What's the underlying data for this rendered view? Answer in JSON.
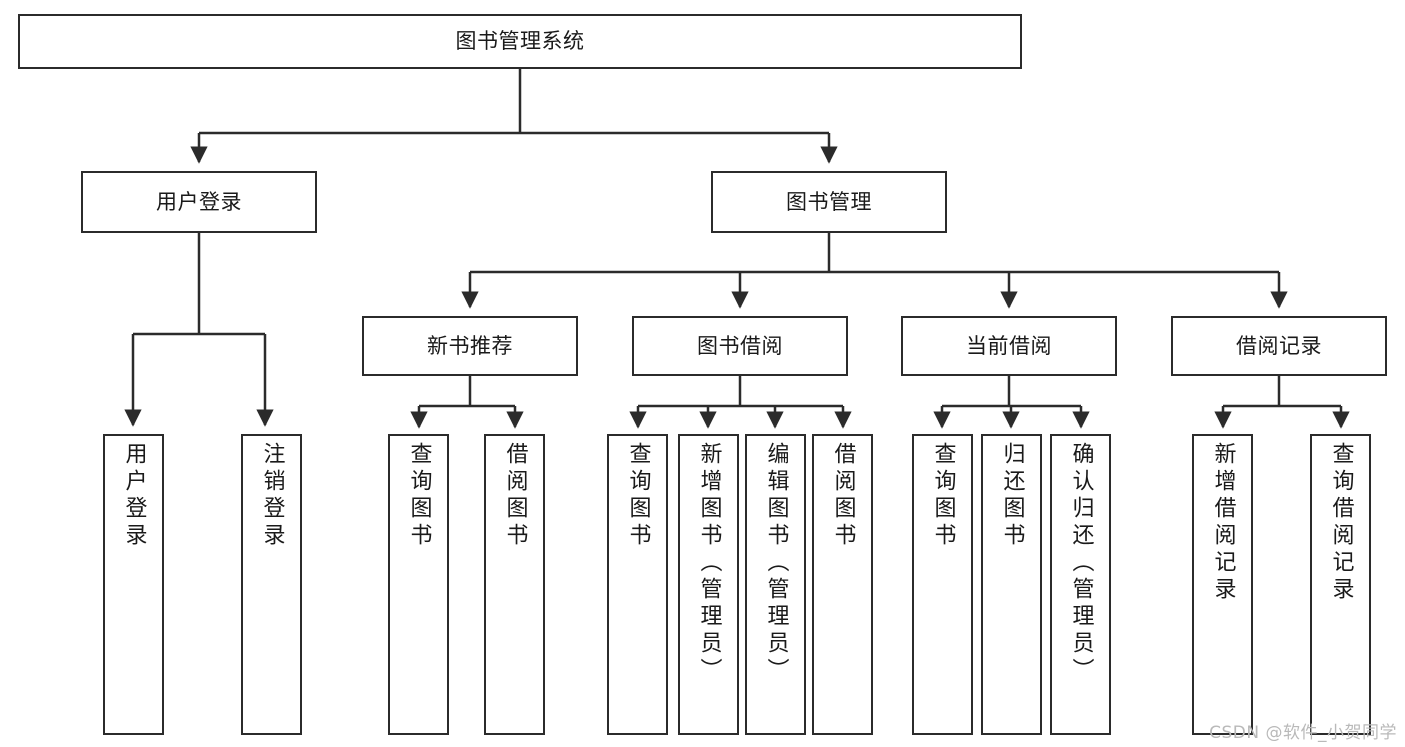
{
  "diagram": {
    "title": "图书管理系统",
    "type": "tree",
    "watermark": "CSDN @软件_小贺同学",
    "colors": {
      "box_border": "#2b2b2b",
      "connector": "#2b2b2b",
      "background": "#ffffff",
      "text": "#1a1a1a",
      "watermark": "#b9b9b9"
    },
    "root": {
      "label": "图书管理系统",
      "orientation": "horizontal"
    },
    "level2": [
      {
        "label": "用户登录",
        "orientation": "horizontal"
      },
      {
        "label": "图书管理",
        "orientation": "horizontal"
      }
    ],
    "level3": [
      {
        "label": "新书推荐",
        "orientation": "horizontal",
        "parent": "图书管理"
      },
      {
        "label": "图书借阅",
        "orientation": "horizontal",
        "parent": "图书管理"
      },
      {
        "label": "当前借阅",
        "orientation": "horizontal",
        "parent": "图书管理"
      },
      {
        "label": "借阅记录",
        "orientation": "horizontal",
        "parent": "图书管理"
      }
    ],
    "leaves": [
      {
        "label": "用户登录",
        "orientation": "vertical",
        "parent": "用户登录"
      },
      {
        "label": "注销登录",
        "orientation": "vertical",
        "parent": "用户登录"
      },
      {
        "label": "查询图书",
        "orientation": "vertical",
        "parent": "新书推荐"
      },
      {
        "label": "借阅图书",
        "orientation": "vertical",
        "parent": "新书推荐"
      },
      {
        "label": "查询图书",
        "orientation": "vertical",
        "parent": "图书借阅"
      },
      {
        "label": "新增图书（管理员）",
        "orientation": "vertical",
        "parent": "图书借阅"
      },
      {
        "label": "编辑图书（管理员）",
        "orientation": "vertical",
        "parent": "图书借阅"
      },
      {
        "label": "借阅图书",
        "orientation": "vertical",
        "parent": "图书借阅"
      },
      {
        "label": "查询图书",
        "orientation": "vertical",
        "parent": "当前借阅"
      },
      {
        "label": "归还图书",
        "orientation": "vertical",
        "parent": "当前借阅"
      },
      {
        "label": "确认归还（管理员）",
        "orientation": "vertical",
        "parent": "当前借阅"
      },
      {
        "label": "新增借阅记录",
        "orientation": "vertical",
        "parent": "借阅记录"
      },
      {
        "label": "查询借阅记录",
        "orientation": "vertical",
        "parent": "借阅记录"
      }
    ]
  }
}
